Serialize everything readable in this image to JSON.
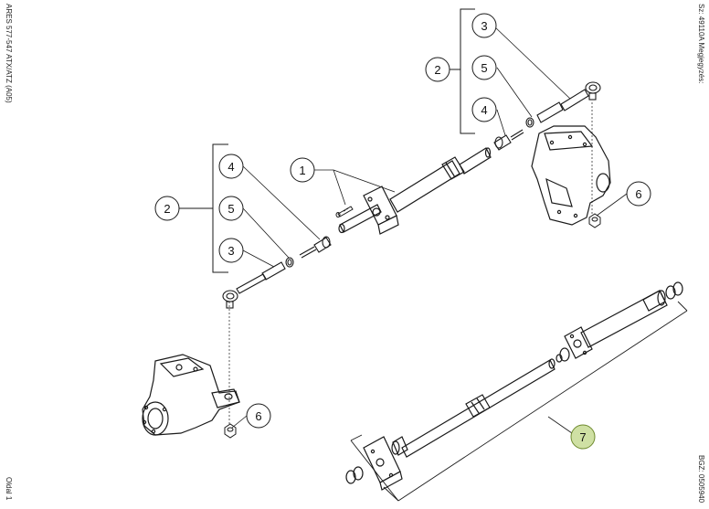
{
  "margin_left": {
    "top_text": "ARES 577-547 ATX/ATZ (A05)",
    "bottom_text": "Oldal 1"
  },
  "margin_right": {
    "top_text": "Sz: 49110A  Megjegyzés:",
    "bottom_text": "BGZ: 0505940"
  },
  "callouts": {
    "c1": "1",
    "c2_left": "2",
    "c2_right": "2",
    "c3_left": "3",
    "c3_right": "3",
    "c4_left": "4",
    "c4_right": "4",
    "c5_left": "5",
    "c5_right": "5",
    "c6_left": "6",
    "c6_right": "6",
    "c7": "7"
  },
  "colors": {
    "line": "#1a1a1a",
    "highlight_fill": "#cfe0a4",
    "highlight_stroke": "#6e8a2e"
  }
}
